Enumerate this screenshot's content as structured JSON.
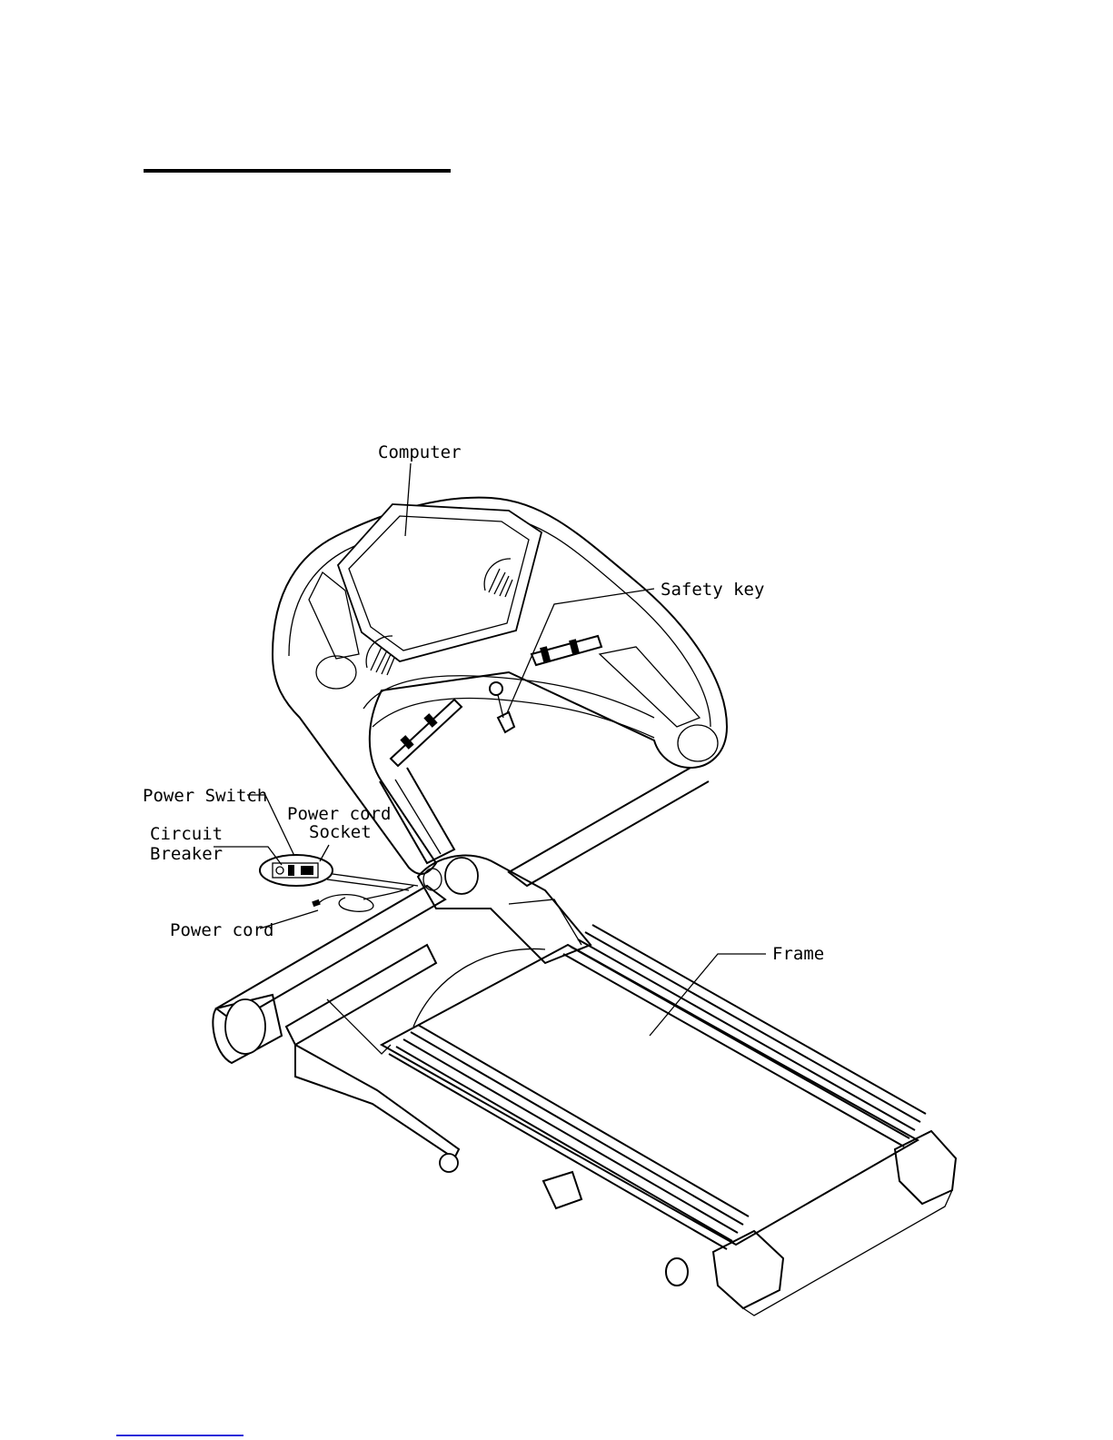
{
  "labels": {
    "computer": "Computer",
    "safety_key": "Safety key",
    "power_switch": "Power Switch",
    "power_cord_socket_line1": "Power cord",
    "power_cord_socket_line2": "Socket",
    "circuit_breaker_line1": "Circuit",
    "circuit_breaker_line2": "Breaker",
    "power_cord": "Power cord",
    "frame": "Frame"
  }
}
